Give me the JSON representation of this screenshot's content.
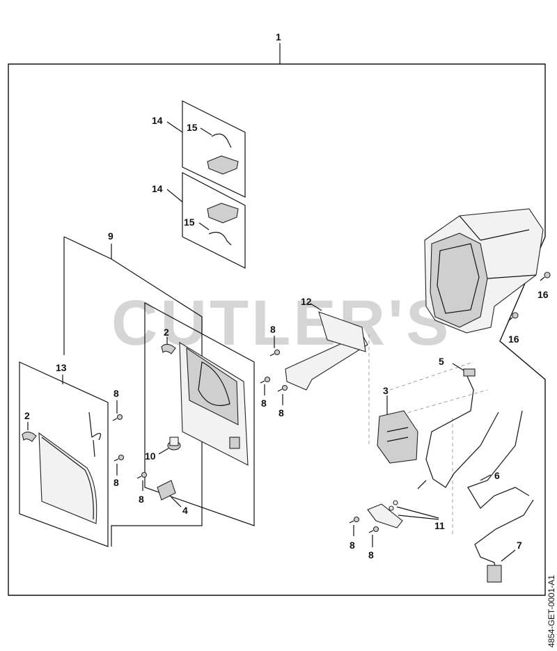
{
  "watermark": "CUTLER'S",
  "drawing_code": "4854-GET-0001-A1",
  "callouts": {
    "c1": "1",
    "c2a": "2",
    "c2b": "2",
    "c3": "3",
    "c4": "4",
    "c5": "5",
    "c6": "6",
    "c7": "7",
    "c8a": "8",
    "c8b": "8",
    "c8c": "8",
    "c8d": "8",
    "c8e": "8",
    "c8f": "8",
    "c8g": "8",
    "c8h": "8",
    "c9": "9",
    "c10": "10",
    "c11": "11",
    "c12": "12",
    "c13": "13",
    "c14a": "14",
    "c14b": "14",
    "c15a": "15",
    "c15b": "15",
    "c16a": "16",
    "c16b": "16"
  }
}
